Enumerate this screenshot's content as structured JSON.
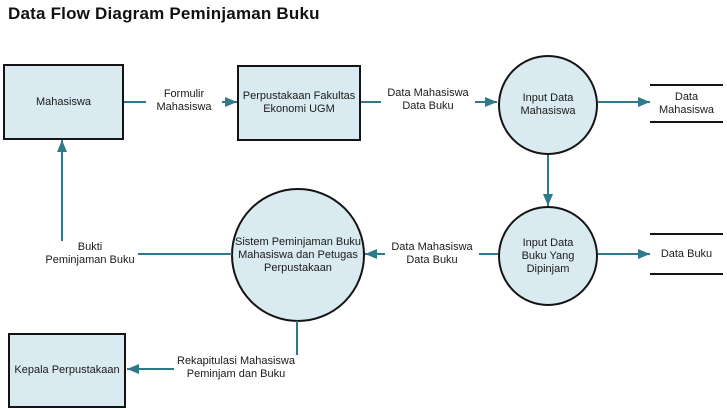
{
  "title": "Data Flow Diagram Peminjaman Buku",
  "colors": {
    "background": "#ffffff",
    "shape_fill": "#d9eaf0",
    "shape_border": "#141414",
    "flow_line": "#2f7a8a",
    "text": "#1a1a1a"
  },
  "nodes": {
    "mahasiswa": {
      "type": "external-entity",
      "label": "Mahasiswa"
    },
    "perpustakaan": {
      "type": "external-entity",
      "label": "Perpustakaan Fakultas\nEkonomi UGM"
    },
    "input_data_mahasiswa": {
      "type": "process",
      "label": "Input Data\nMahasiswa"
    },
    "input_data_buku": {
      "type": "process",
      "label": "Input Data\nBuku Yang\nDipinjam"
    },
    "sistem_peminjaman": {
      "type": "process",
      "label": "Sistem Peminjaman Buku\nMahasiswa dan Petugas\nPerpustakaan"
    },
    "store_data_mahasiswa": {
      "type": "data-store",
      "label": "Data\nMahasiswa"
    },
    "store_data_buku": {
      "type": "data-store",
      "label": "Data Buku"
    },
    "kepala_perpustakaan": {
      "type": "external-entity",
      "label": "Kepala Perpustakaan"
    }
  },
  "flows": {
    "formulir_mahasiswa": {
      "label": "Formulir\nMahasiswa",
      "from": "Mahasiswa",
      "to": "Perpustakaan Fakultas Ekonomi UGM"
    },
    "data_mahasiswa_buku_to_input": {
      "label": "Data Mahasiswa\nData Buku",
      "from": "Perpustakaan Fakultas Ekonomi UGM",
      "to": "Input Data Mahasiswa"
    },
    "input_mahasiswa_to_store": {
      "from": "Input Data Mahasiswa",
      "to": "Data Mahasiswa"
    },
    "input_mahasiswa_to_input_buku": {
      "from": "Input Data Mahasiswa",
      "to": "Input Data Buku Yang Dipinjam"
    },
    "input_buku_to_store": {
      "from": "Input Data Buku Yang Dipinjam",
      "to": "Data Buku"
    },
    "data_mahasiswa_buku_to_sistem": {
      "label": "Data Mahasiswa\nData Buku",
      "from": "Input Data Buku Yang Dipinjam",
      "to": "Sistem Peminjaman Buku Mahasiswa dan Petugas Perpustakaan"
    },
    "bukti_peminjaman": {
      "label": "Bukti\nPeminjaman Buku",
      "from": "Sistem Peminjaman Buku Mahasiswa dan Petugas Perpustakaan",
      "to": "Mahasiswa"
    },
    "rekapitulasi": {
      "label": "Rekapitulasi Mahasiswa\nPeminjam dan Buku",
      "from": "Sistem Peminjaman Buku Mahasiswa dan Petugas Perpustakaan",
      "to": "Kepala Perpustakaan"
    }
  }
}
